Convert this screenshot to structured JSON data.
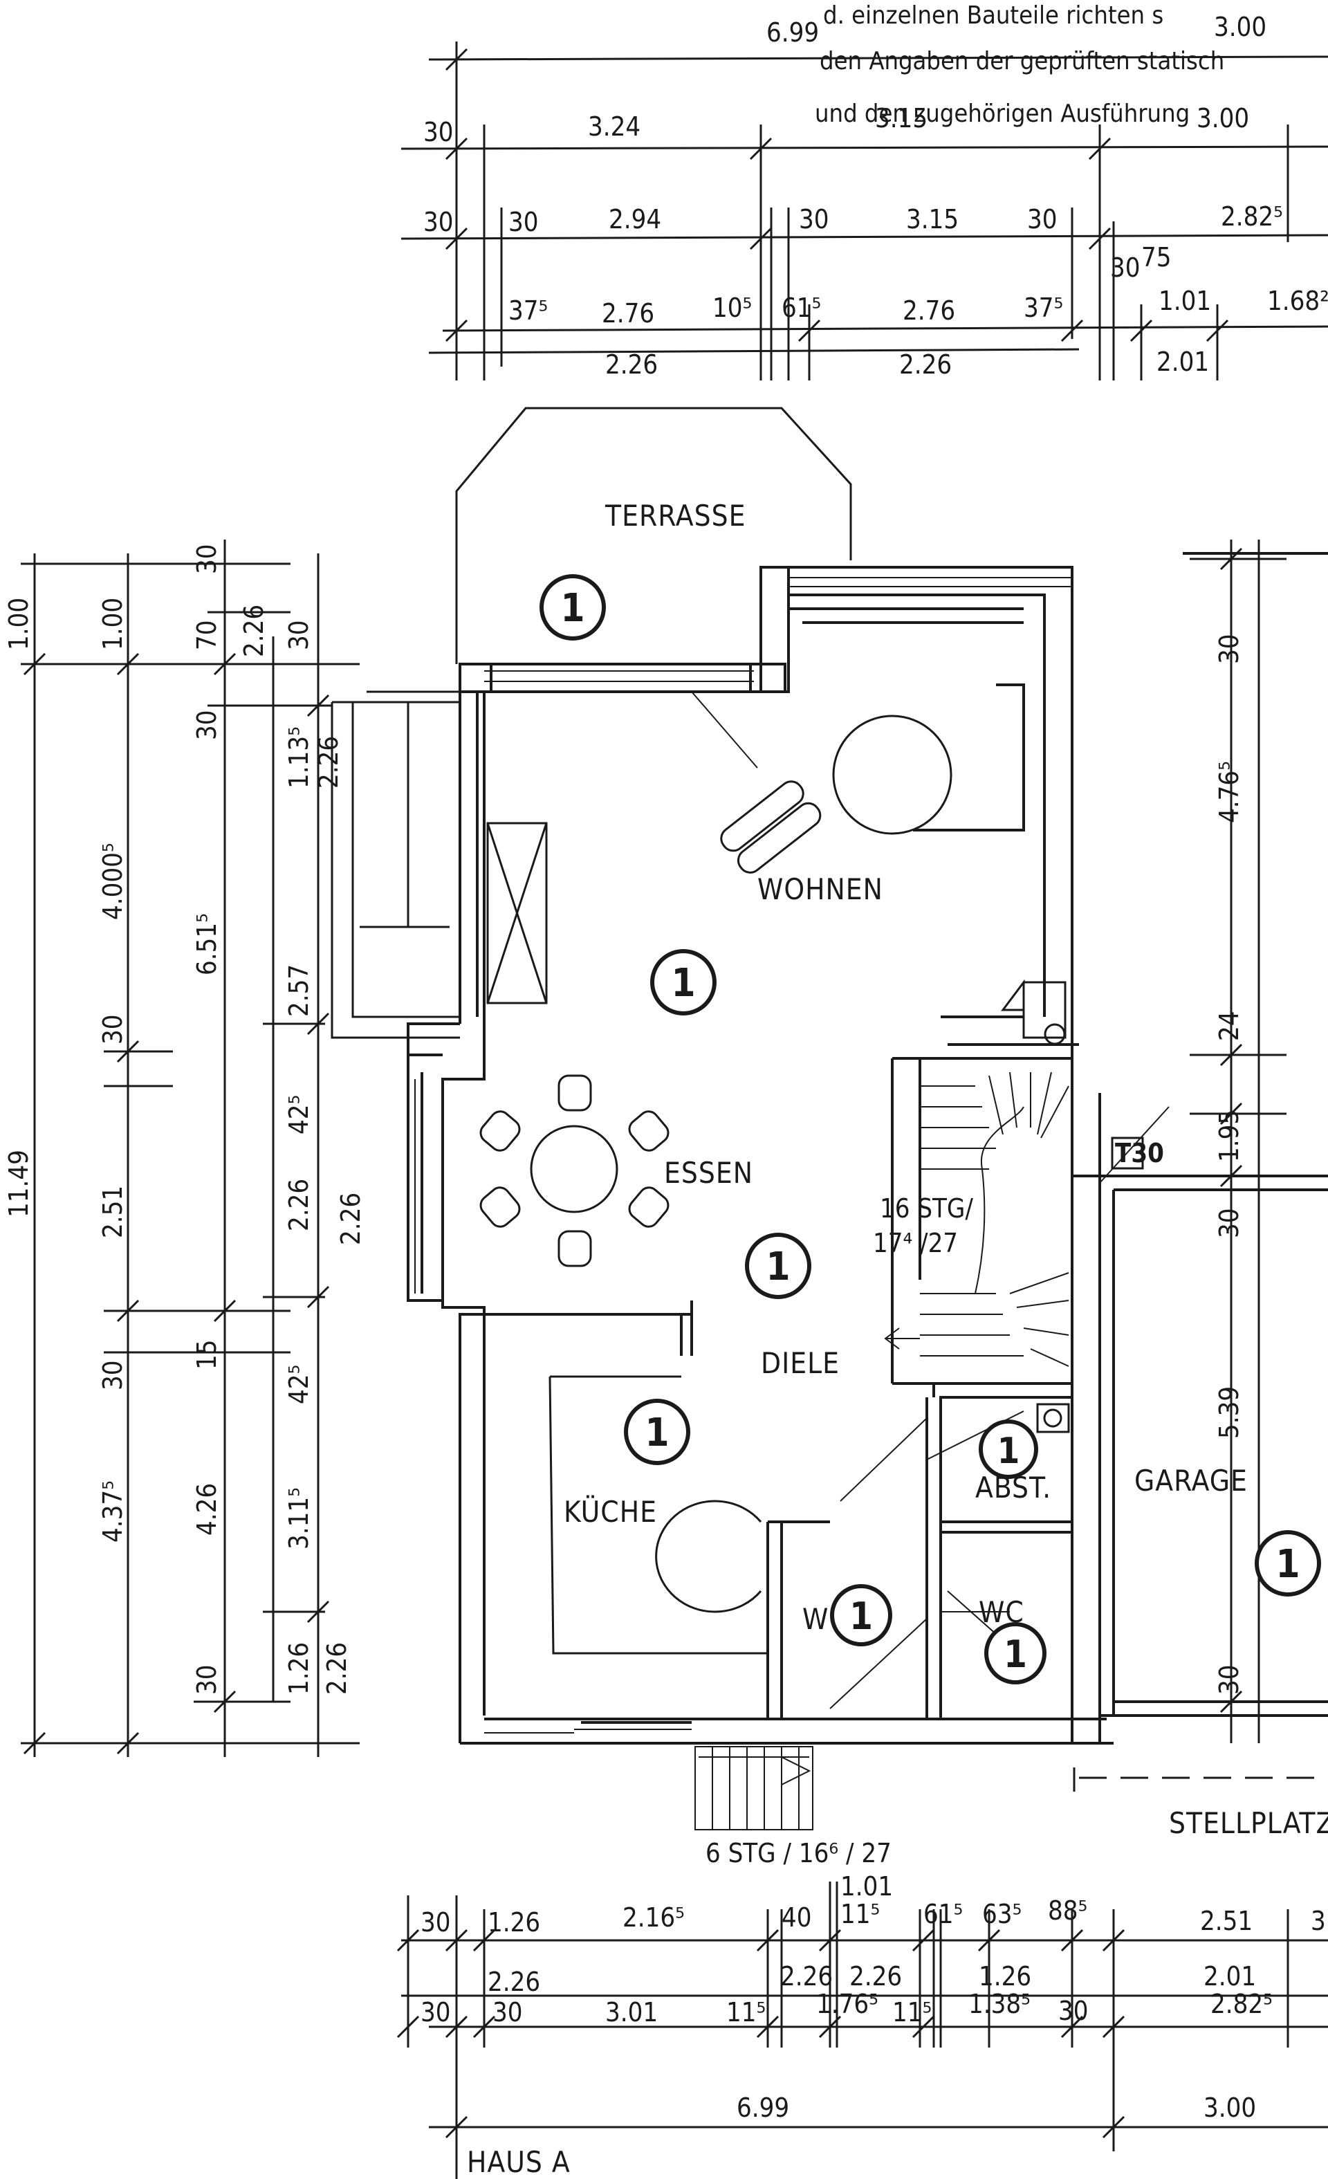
{
  "header_note": {
    "line1": "d. einzelnen Bauteile richten s",
    "line2": "den Angaben der geprüften statisch",
    "line3": "und den zugehörigen Ausführung"
  },
  "rooms": {
    "terrasse": "TERRASSE",
    "wohnen": "WOHNEN",
    "essen": "ESSEN",
    "diele": "DIELE",
    "kueche": "KÜCHE",
    "wc1": "WC",
    "wc2": "WC",
    "abst": "ABST.",
    "garage": "GARAGE",
    "stellplatz": "STELLPLATZ",
    "haus": "HAUS A"
  },
  "stairs": {
    "inner_l1": "16 STG/",
    "inner_l2": "17⁴ /27",
    "outer": "6 STG / 16⁶ / 27",
    "t30": "T30"
  },
  "marker": {
    "number": "1"
  },
  "dims_top": {
    "row0": [
      "6.99",
      "3.00"
    ],
    "row1": [
      "30",
      "3.24",
      "3.15",
      "3.00"
    ],
    "row2": [
      "30",
      "30",
      "2.94",
      "30",
      "3.15",
      "30",
      "2.82⁵"
    ],
    "row3": [
      "37⁵",
      "2.76",
      "10⁵",
      "61⁵",
      "2.76",
      "37⁵",
      "30",
      "75",
      "1.01",
      "1.68²"
    ],
    "row4": [
      "2.26",
      "2.26",
      "2.01"
    ]
  },
  "dims_left": {
    "c1": [
      "1.00",
      "11.49"
    ],
    "c2": [
      "1.00",
      "4.000⁵",
      "30",
      "2.51",
      "30",
      "4.37⁵"
    ],
    "c3": [
      "30",
      "70",
      "30",
      "6.51⁵",
      "15",
      "4.26",
      "30"
    ],
    "c4": [
      "2.26",
      "30",
      "1.13⁵",
      "2.57",
      "42⁵",
      "2.26",
      "42⁵",
      "3.11⁵",
      "1.26"
    ],
    "c5": [
      "2.26",
      "2.26",
      "2.26"
    ]
  },
  "dims_right": [
    "30",
    "4.76⁵",
    "24",
    "1.95",
    "30",
    "5.39",
    "30"
  ],
  "dims_bottom": {
    "row1": [
      "30",
      "1.26",
      "2.16⁵",
      "40",
      "1.01",
      "11⁵",
      "61⁵",
      "63⁵",
      "88⁵",
      "2.51",
      "3"
    ],
    "row2": [
      "2.26",
      "2.26",
      "2.26",
      "1.26",
      "2.01"
    ],
    "row3": [
      "30",
      "30",
      "3.01",
      "11⁵",
      "1.76⁵",
      "11⁵",
      "1.38⁵",
      "30",
      "2.82⁵"
    ],
    "row4": [
      "6.99",
      "3.00"
    ]
  }
}
